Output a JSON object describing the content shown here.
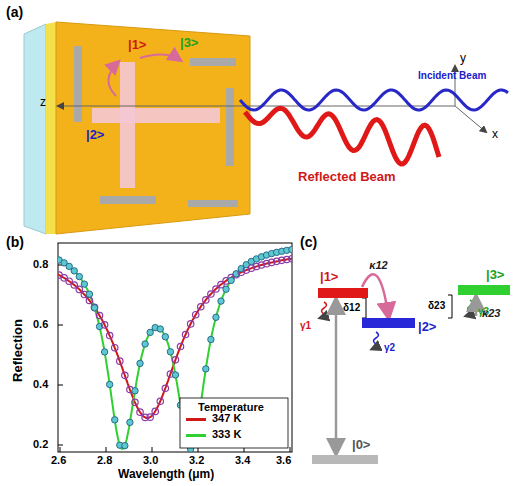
{
  "diagram": {
    "nodes": [
      {
        "text": [
          "|1>"
        ]
      },
      {
        "text": [
          "|2>"
        ]
      },
      {
        "text": [
          "|3>"
        ]
      },
      {
        "text": [
          "|0>"
        ]
      }
    ],
    "edges": [
      {
        "from": 0,
        "to": 1,
        "label": "κ12",
        "arrow": "to"
      },
      {
        "from": 1,
        "to": 2,
        "label": "κ23",
        "arrow": "to"
      },
      {
        "from": 3,
        "to": 0,
        "arrow": "both"
      }
    ],
    "labels": [
      "(a)",
      "|1>",
      "|3>",
      "|2>",
      "z",
      "y",
      "x",
      "Incident Beam",
      "Reflected Beam",
      "(b)",
      "0.8",
      "0.6",
      "0.4",
      "0.2",
      "2.6",
      "2.8",
      "3.0",
      "3.2",
      "3.4",
      "3.6",
      "Reflection",
      "Wavelength (μm)",
      "Temperature",
      "(c)",
      "δ12",
      "δ23",
      "γ1",
      "γ2",
      "γ3"
    ],
    "legend": [
      {
        "text": "347 K",
        "color": "#d01818"
      },
      {
        "text": "333 K",
        "color": "#30d030"
      }
    ]
  }
}
